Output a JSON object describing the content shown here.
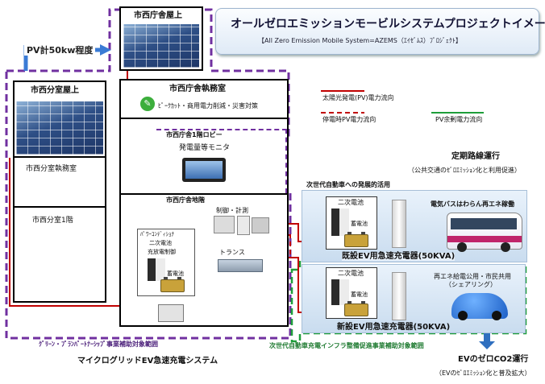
{
  "header": {
    "title": "オールゼロエミッションモービルシステムプロジェクトイメージ",
    "subtitle": "【All Zero Emission Mobile System=AZEMS（ｴｲｾﾞﾑｽ）ﾌﾟﾛｼﾞｪｸﾄ】"
  },
  "pv_note": "PV計50kw程度",
  "city_hall_roof": "市西庁舎屋上",
  "branch": {
    "roof": "市西分室屋上",
    "office": "市西分室執務室",
    "floor1": "市西分室1階"
  },
  "main": {
    "office": "市西庁舎執務室",
    "office_note": "ﾋﾟｰｸｶｯﾄ・商用電力削減・災害対策",
    "lobby": "市西庁舎1階ロビー",
    "monitor": "発電量等モニタ",
    "basement": "市西庁舎地階",
    "control": "制御・計測",
    "pcs_lines": [
      "ﾊﾟﾜｰｺﾝﾃﾞｨｼｮﾅ",
      "二次電池",
      "充放電制御"
    ],
    "battery": "蓄電池",
    "trans": "トランス"
  },
  "legend": {
    "pv": "太陽光発電(PV)電力流向",
    "outage": "停電時PV電力流向",
    "surplus": "PV余剰電力流向",
    "colors": {
      "pv": "#c00000",
      "outage": "#c00000",
      "surplus": "#1e9e3a"
    }
  },
  "route": {
    "title": "定期路線運行",
    "note": "（公共交通のｾﾞﾛｴﾐｯｼｮﾝ化と利用促進）"
  },
  "next_gen_label": "次世代自動車への発展的活用",
  "existing": {
    "secondary": "二次電池",
    "battery": "蓄電池",
    "bus_label": "電気バスはわらん再エネ稼働",
    "name": "既設EV用急速充電器(50KVA)"
  },
  "new_unit": {
    "secondary": "二次電池",
    "battery": "蓄電池",
    "share_label": "再エネ給電公用・市民共用",
    "share_sub": "（シェアリング）",
    "name": "新設EV用急速充電器(50KVA)"
  },
  "ev_op": {
    "title": "EVのゼロCO2運行",
    "note": "（EVのｾﾞﾛｴﾐｯｼｮﾝ化と普及拡大）"
  },
  "scope": {
    "green_partnership": "ｸﾞﾘｰﾝ・ﾌﾟﾗﾝﾊﾟｰﾄﾅｰｼｯﾌﾟ事業補助対象範囲",
    "next_gen_infra": "次世代自動車充電インフラ整備促進事業補助対象範囲"
  },
  "footer": "マイクログリッドEV急速充電システム",
  "icons": [
    "leaf-plug-icon",
    "monitor-icon",
    "pcs-icon",
    "battery-icon",
    "transformer-icon",
    "charger-icon",
    "bus-icon",
    "ev-car-icon"
  ]
}
